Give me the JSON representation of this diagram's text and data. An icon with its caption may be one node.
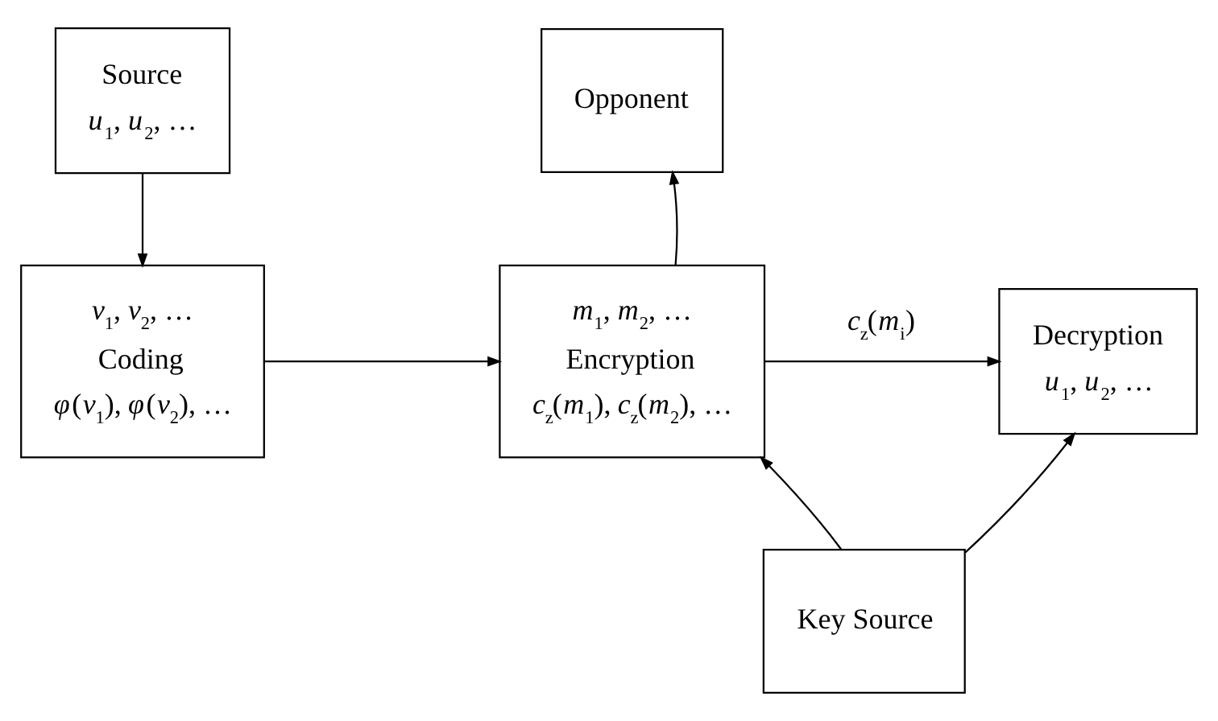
{
  "diagram": {
    "nodes": [
      {
        "text": [
          "Source",
          "*u*$_{1}$, *u*$_{2}$, …"
        ]
      },
      {
        "text": [
          "Opponent"
        ]
      },
      {
        "text": [
          "*v*$_{1}$, *v*$_{2}$, …",
          "Coding",
          "*φ*(*v*$_{1}$), *φ*(*v*$_{2}$), …"
        ]
      },
      {
        "text": [
          "*m*$_{1}$, *m*$_{2}$, …",
          "Encryption",
          "*c*$_{z}$(*m*$_{1}$), *c*$_{z}$(*m*$_{2}$), …"
        ]
      },
      {
        "text": [
          "Decryption",
          "*u*$_{1}$, *u*$_{2}$, …"
        ]
      },
      {
        "text": [
          "Key Source"
        ]
      }
    ],
    "edges": [
      {
        "from": 0,
        "to": 2,
        "arrow": "to"
      },
      {
        "from": 2,
        "to": 3,
        "arrow": "to"
      },
      {
        "from": 3,
        "to": 4,
        "arrow": "to",
        "label": "*c*$_{z}$(*m*$_{i}$)"
      },
      {
        "from": 3,
        "to": 1,
        "arrow": "to"
      },
      {
        "from": 5,
        "to": 3,
        "arrow": "to"
      },
      {
        "from": 5,
        "to": 4,
        "arrow": "to"
      }
    ]
  }
}
